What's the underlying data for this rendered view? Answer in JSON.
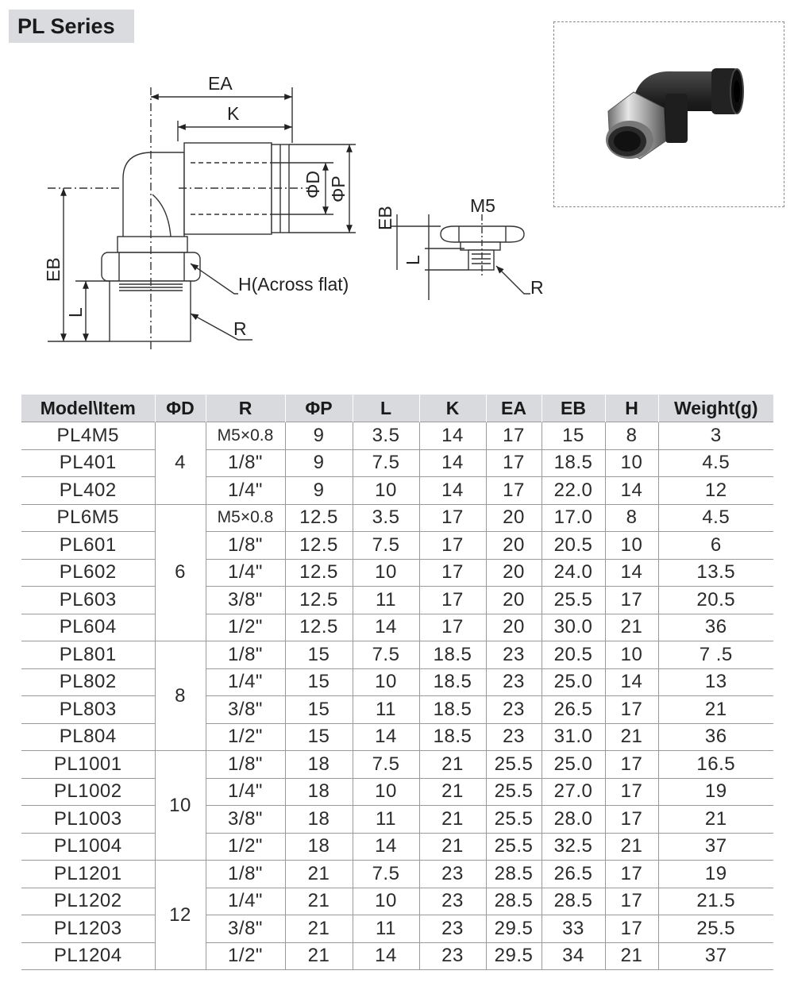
{
  "header": {
    "title": "PL Series"
  },
  "drawing": {
    "labels": {
      "ea": "EA",
      "k": "K",
      "phi_d": "ΦD",
      "phi_p": "ΦP",
      "eb": "EB",
      "l": "L",
      "h_across_flat": "H(Across flat)",
      "r": "R",
      "m5": "M5",
      "eb_small": "EB",
      "l_small": "L",
      "r_small": "R"
    }
  },
  "table": {
    "headers": [
      "Model\\Item",
      "ΦD",
      "R",
      "ΦP",
      "L",
      "K",
      "EA",
      "EB",
      "H",
      "Weight(g)"
    ],
    "groups": [
      {
        "od": "4",
        "rows": [
          [
            "PL4M5",
            "M5×0.8",
            "9",
            "3.5",
            "14",
            "17",
            "15",
            "8",
            "3"
          ],
          [
            "PL401",
            "1/8\"",
            "9",
            "7.5",
            "14",
            "17",
            "18.5",
            "10",
            "4.5"
          ],
          [
            "PL402",
            "1/4\"",
            "9",
            "10",
            "14",
            "17",
            "22.0",
            "14",
            "12"
          ]
        ]
      },
      {
        "od": "6",
        "rows": [
          [
            "PL6M5",
            "M5×0.8",
            "12.5",
            "3.5",
            "17",
            "20",
            "17.0",
            "8",
            "4.5"
          ],
          [
            "PL601",
            "1/8\"",
            "12.5",
            "7.5",
            "17",
            "20",
            "20.5",
            "10",
            "6"
          ],
          [
            "PL602",
            "1/4\"",
            "12.5",
            "10",
            "17",
            "20",
            "24.0",
            "14",
            "13.5"
          ],
          [
            "PL603",
            "3/8\"",
            "12.5",
            "11",
            "17",
            "20",
            "25.5",
            "17",
            "20.5"
          ],
          [
            "PL604",
            "1/2\"",
            "12.5",
            "14",
            "17",
            "20",
            "30.0",
            "21",
            "36"
          ]
        ]
      },
      {
        "od": "8",
        "rows": [
          [
            "PL801",
            "1/8\"",
            "15",
            "7.5",
            "18.5",
            "23",
            "20.5",
            "10",
            "7 .5"
          ],
          [
            "PL802",
            "1/4\"",
            "15",
            "10",
            "18.5",
            "23",
            "25.0",
            "14",
            "13"
          ],
          [
            "PL803",
            "3/8\"",
            "15",
            "11",
            "18.5",
            "23",
            "26.5",
            "17",
            "21"
          ],
          [
            "PL804",
            "1/2\"",
            "15",
            "14",
            "18.5",
            "23",
            "31.0",
            "21",
            "36"
          ]
        ]
      },
      {
        "od": "10",
        "rows": [
          [
            "PL1001",
            "1/8\"",
            "18",
            "7.5",
            "21",
            "25.5",
            "25.0",
            "17",
            "16.5"
          ],
          [
            "PL1002",
            "1/4\"",
            "18",
            "10",
            "21",
            "25.5",
            "27.0",
            "17",
            "19"
          ],
          [
            "PL1003",
            "3/8\"",
            "18",
            "11",
            "21",
            "25.5",
            "28.0",
            "17",
            "21"
          ],
          [
            "PL1004",
            "1/2\"",
            "18",
            "14",
            "21",
            "25.5",
            "32.5",
            "21",
            "37"
          ]
        ]
      },
      {
        "od": "12",
        "rows": [
          [
            "PL1201",
            "1/8\"",
            "21",
            "7.5",
            "23",
            "28.5",
            "26.5",
            "17",
            "19"
          ],
          [
            "PL1202",
            "1/4\"",
            "21",
            "10",
            "23",
            "28.5",
            "28.5",
            "17",
            "21.5"
          ],
          [
            "PL1203",
            "3/8\"",
            "21",
            "11",
            "23",
            "29.5",
            "33",
            "17",
            "25.5"
          ],
          [
            "PL1204",
            "1/2\"",
            "21",
            "14",
            "23",
            "29.5",
            "34",
            "21",
            "37"
          ]
        ]
      }
    ]
  }
}
